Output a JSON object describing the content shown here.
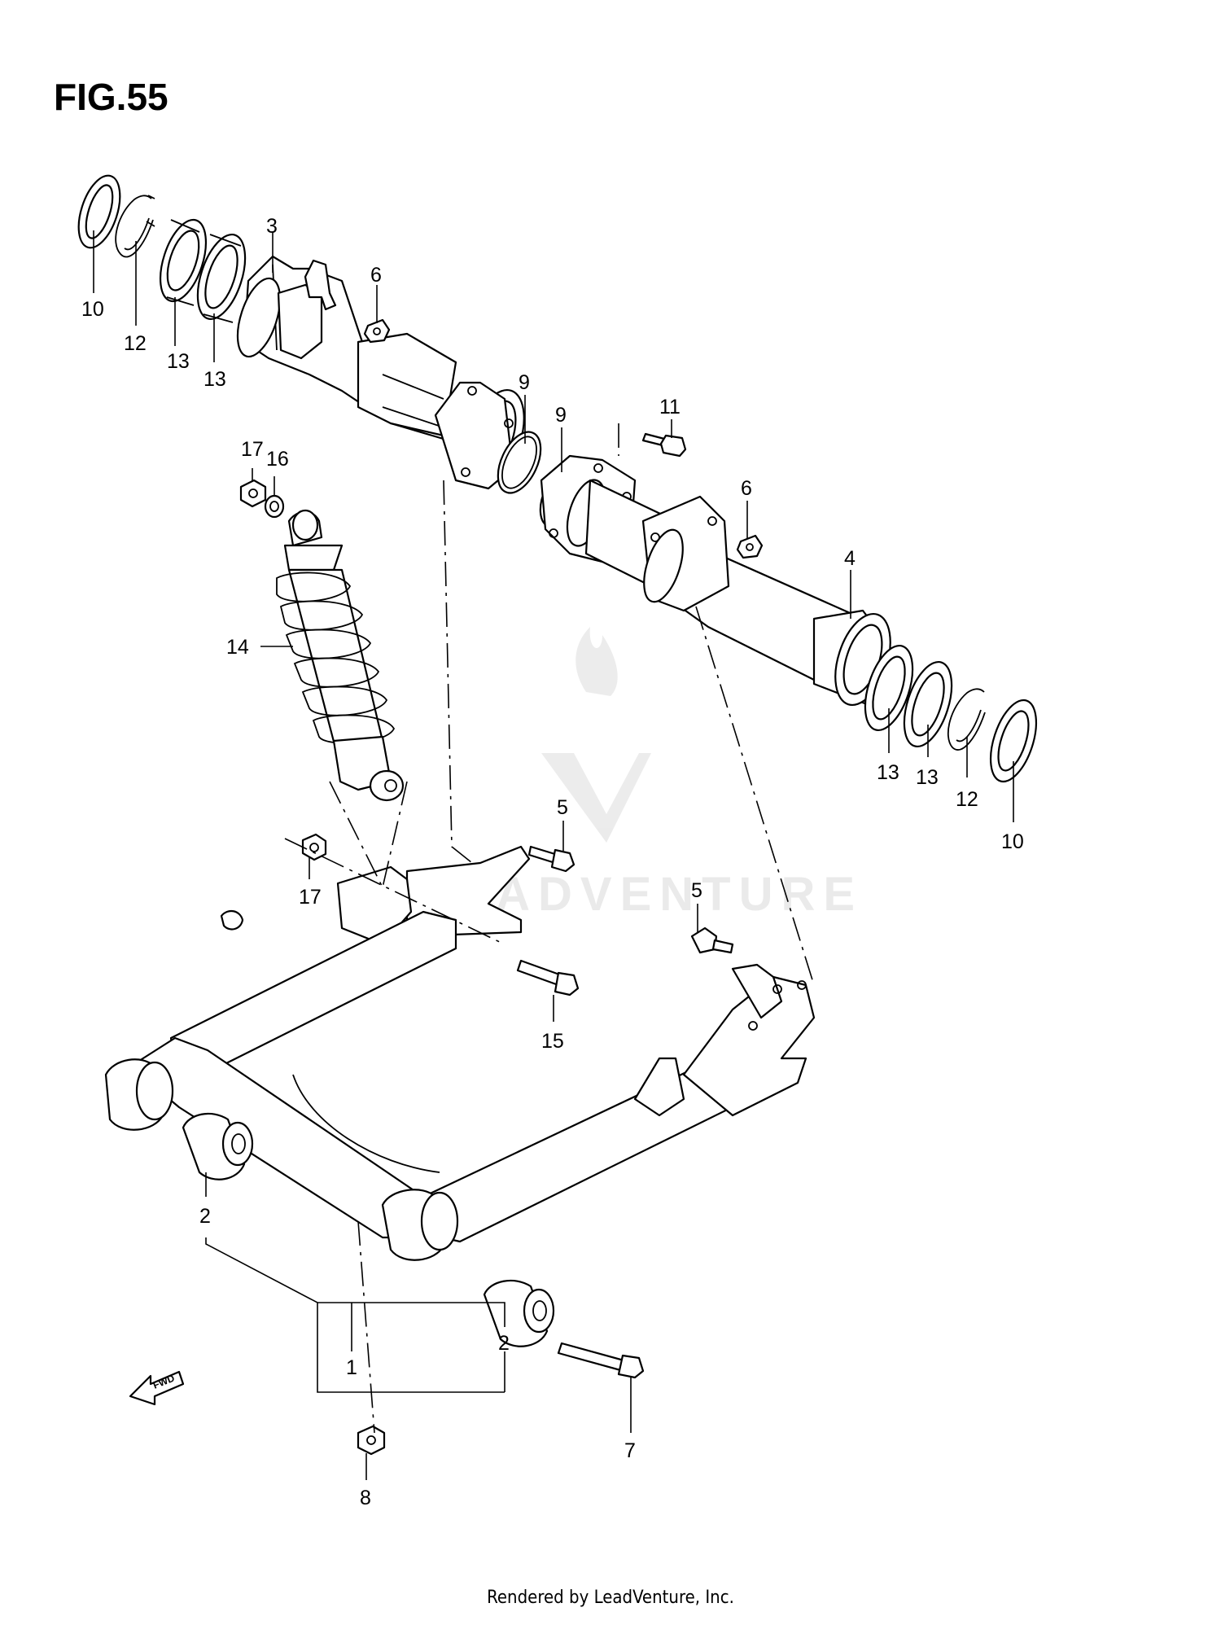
{
  "figure": {
    "title": "FIG.55",
    "footer": "Rendered by LeadVenture, Inc.",
    "watermark": "LEADVENTURE",
    "direction_marker": "FWD"
  },
  "callouts": [
    {
      "id": "c10a",
      "label": "10"
    },
    {
      "id": "c12a",
      "label": "12"
    },
    {
      "id": "c13a",
      "label": "13"
    },
    {
      "id": "c13b",
      "label": "13"
    },
    {
      "id": "c3",
      "label": "3"
    },
    {
      "id": "c6a",
      "label": "6"
    },
    {
      "id": "c9a",
      "label": "9"
    },
    {
      "id": "c9b",
      "label": "9"
    },
    {
      "id": "c11",
      "label": "11"
    },
    {
      "id": "c6b",
      "label": "6"
    },
    {
      "id": "c4",
      "label": "4"
    },
    {
      "id": "c17a",
      "label": "17"
    },
    {
      "id": "c16",
      "label": "16"
    },
    {
      "id": "c14",
      "label": "14"
    },
    {
      "id": "c13c",
      "label": "13"
    },
    {
      "id": "c13d",
      "label": "13"
    },
    {
      "id": "c12b",
      "label": "12"
    },
    {
      "id": "c10b",
      "label": "10"
    },
    {
      "id": "c5a",
      "label": "5"
    },
    {
      "id": "c17b",
      "label": "17"
    },
    {
      "id": "c5b",
      "label": "5"
    },
    {
      "id": "c15",
      "label": "15"
    },
    {
      "id": "c2a",
      "label": "2"
    },
    {
      "id": "c1",
      "label": "1"
    },
    {
      "id": "c2b",
      "label": "2"
    },
    {
      "id": "c7",
      "label": "7"
    },
    {
      "id": "c8",
      "label": "8"
    }
  ]
}
